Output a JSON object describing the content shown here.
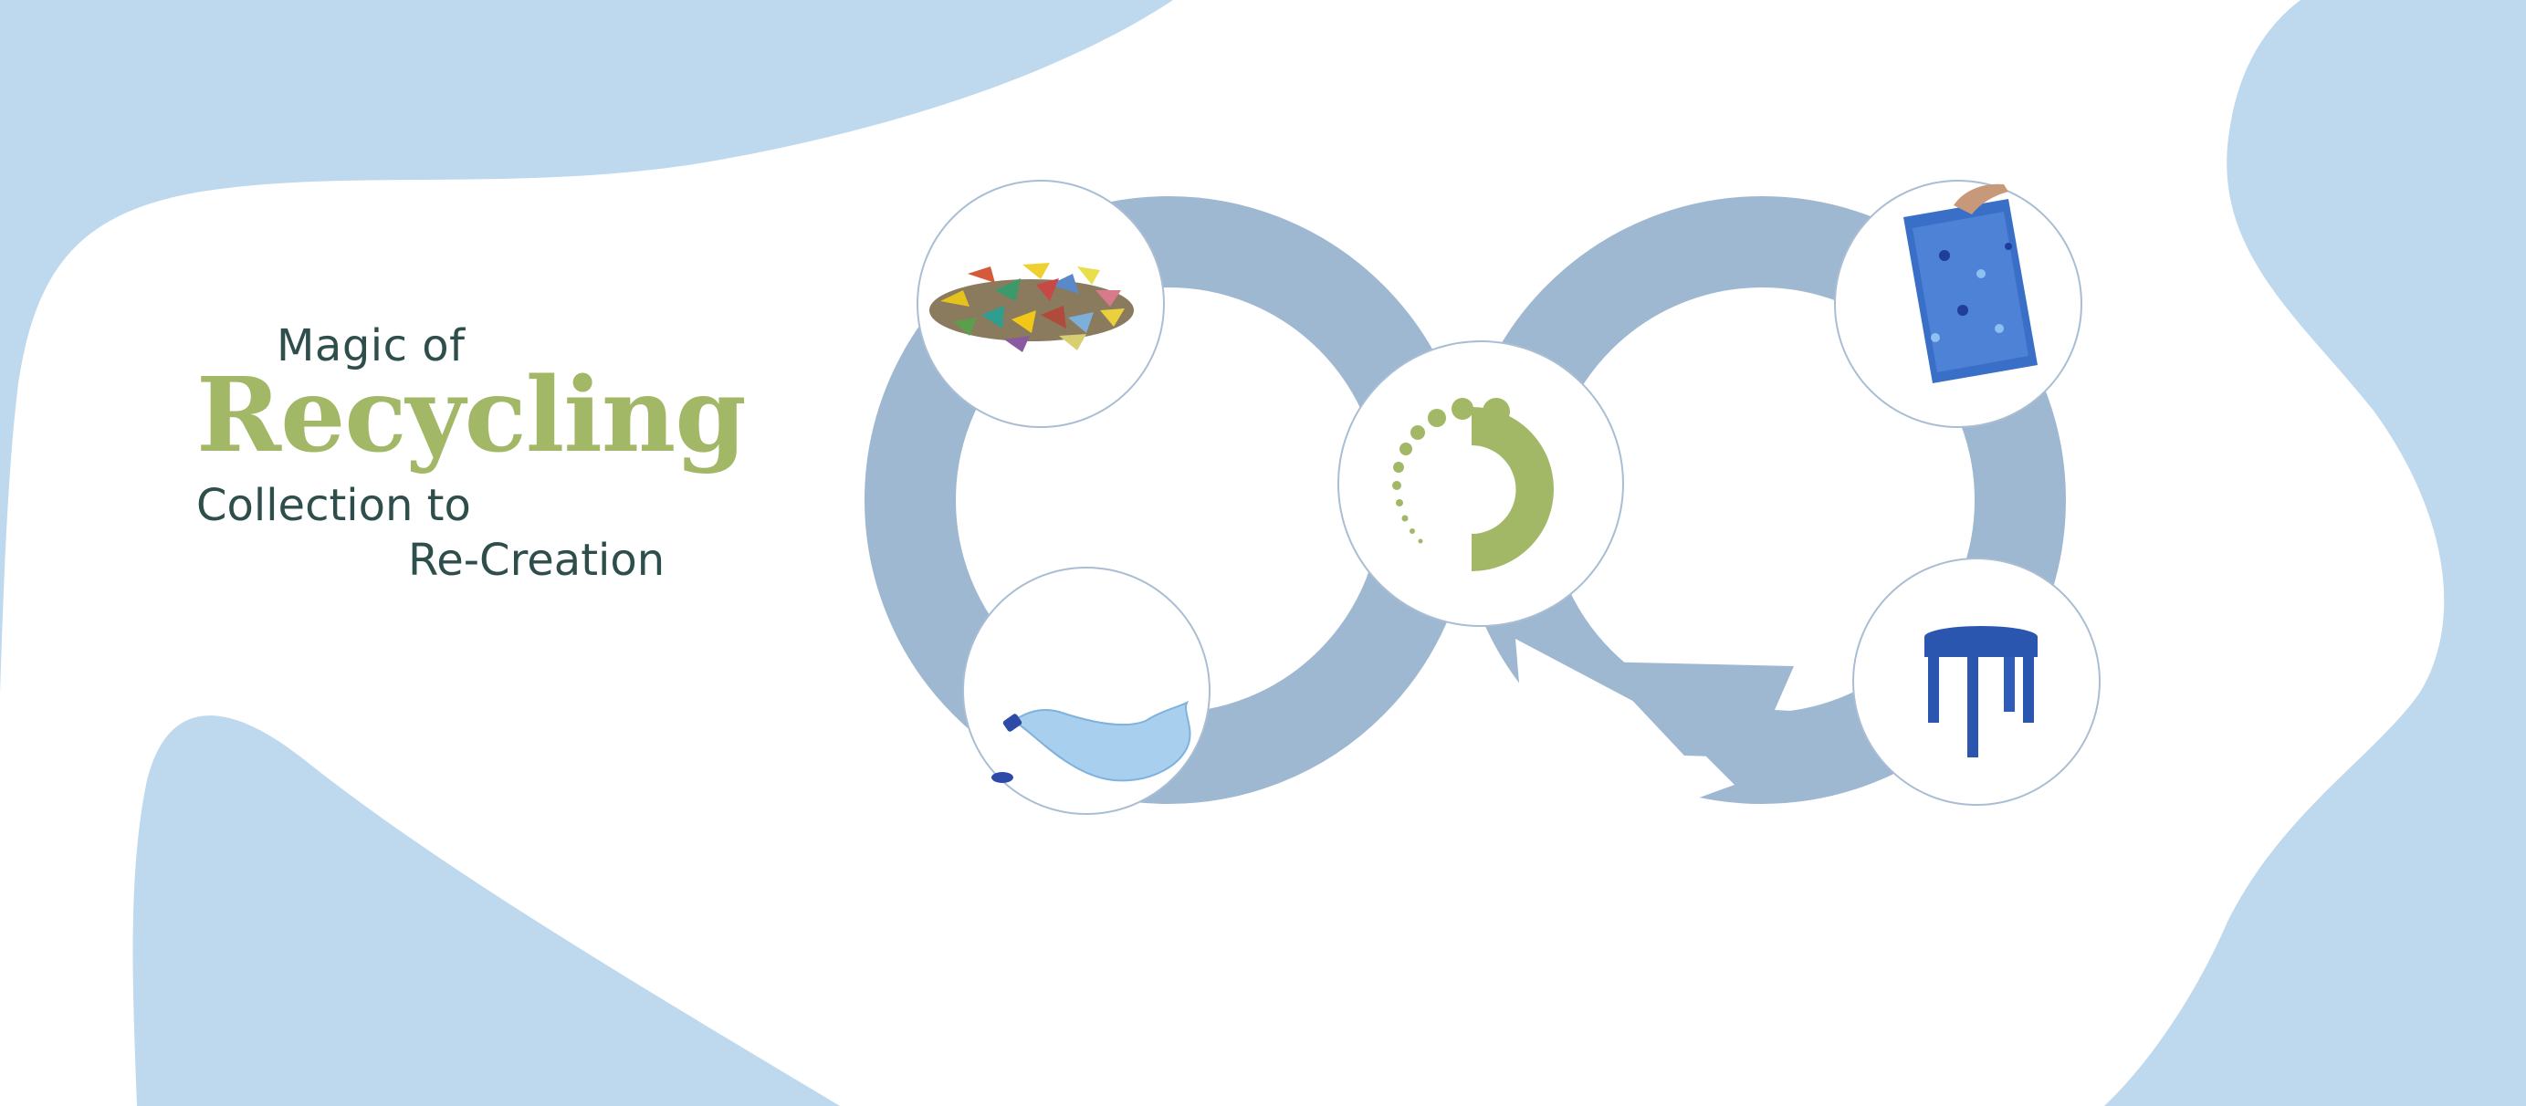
{
  "banner": {
    "title_line1": "Magic of",
    "title_main": "Recycling",
    "subtitle_line1": "Collection to",
    "subtitle_line2": "Re-Creation"
  },
  "colors": {
    "background_blob": "#bed8ee",
    "cycle_ring": "#9fb8d2",
    "accent_green": "#a2b866",
    "text_dark": "#2e4e4c",
    "circle_border": "#a9bdd3"
  },
  "cycle_steps": [
    {
      "name": "plastic-bottle",
      "image": "crushed-plastic-bottle"
    },
    {
      "name": "plastic-flakes",
      "image": "colorful-plastic-flakes"
    },
    {
      "name": "logo",
      "image": "green-recycling-logo"
    },
    {
      "name": "recycled-sheet",
      "image": "blue-speckled-recycled-sheet"
    },
    {
      "name": "recycled-stool",
      "image": "blue-plastic-stool"
    }
  ]
}
